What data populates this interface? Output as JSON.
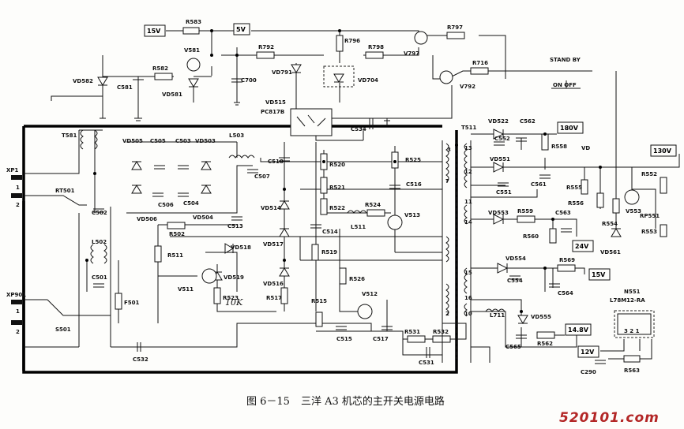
{
  "figure": {
    "number": "图 6－15",
    "title": "三洋 A3 机芯的主开关电源电路",
    "watermark": "520101.com"
  },
  "voltage_boxes": {
    "v15_top": "15V",
    "v5": "5V",
    "v180": "180V",
    "v130": "130V",
    "v24": "24V",
    "v15_out": "15V",
    "v14_8": "14.8V",
    "v12": "12V"
  },
  "texts": {
    "standby": "STAND BY",
    "on_off": "ON OFF",
    "vd": "VD",
    "ic_name": "N551",
    "ic_part": "L78M12-RA",
    "ic_pins": "3  2  1",
    "handwritten": "10K"
  },
  "connectors": {
    "xp1": "XP1",
    "xp1_pin1": "1",
    "xp1_pin2": "2",
    "xp901": "XP901",
    "xp901_pin1": "1",
    "xp901_pin2": "2"
  },
  "transformer_pins": [
    "3",
    "13",
    "12",
    "7",
    "11",
    "14",
    "15",
    "16",
    "2",
    "10"
  ],
  "labels": {
    "R583": "R583",
    "R582": "R582",
    "V581": "V581",
    "VD582": "VD582",
    "C581": "C581",
    "VD581": "VD581",
    "R792": "R792",
    "C700": "C700",
    "VD791": "VD791",
    "R796": "R796",
    "R798": "R798",
    "VD704": "VD704",
    "V797": "V797",
    "R797": "R797",
    "R716": "R716",
    "V792": "V792",
    "VD515": "VD515",
    "PC817B": "PC817B",
    "C534": "C534",
    "T511": "T511",
    "T581": "T581",
    "VD505": "VD505",
    "C505": "C505",
    "C503": "C503",
    "VD503": "VD503",
    "L503": "L503",
    "C518": "C518",
    "C507": "C507",
    "VD506": "VD506",
    "C506": "C506",
    "C504": "C504",
    "VD504": "VD504",
    "R502": "R502",
    "C513": "C513",
    "RT501": "RT501",
    "C502": "C502",
    "L502": "L502",
    "C501": "C501",
    "F501": "F501",
    "S501": "S501",
    "C532": "C532",
    "R511": "R511",
    "V511": "V511",
    "VD518": "VD518",
    "VD519": "VD519",
    "R523": "R523",
    "R520": "R520",
    "R521": "R521",
    "R522": "R522",
    "VD514": "VD514",
    "VD517": "VD517",
    "VD516": "VD516",
    "R517": "R517",
    "C514": "C514",
    "R519": "R519",
    "L511": "L511",
    "R524": "R524",
    "R525": "R525",
    "C516": "C516",
    "V513": "V513",
    "R526": "R526",
    "V512": "V512",
    "R515": "R515",
    "C515": "C515",
    "C517": "C517",
    "R531": "R531",
    "R532": "R532",
    "C531": "C531",
    "VD522": "VD522",
    "C552": "C552",
    "C562": "C562",
    "R558": "R558",
    "VD551": "VD551",
    "C551": "C551",
    "C561": "C561",
    "R555": "R555",
    "R556": "R556",
    "R552": "R552",
    "V553": "V553",
    "RP551": "RP551",
    "R553": "R553",
    "R554": "R554",
    "VD561": "VD561",
    "VD553": "VD553",
    "R559": "R559",
    "C563": "C563",
    "R560": "R560",
    "VD554": "VD554",
    "C554": "C554",
    "R569": "R569",
    "C564": "C564",
    "L711": "L711",
    "VD555": "VD555",
    "C565": "C565",
    "R562": "R562",
    "C290": "C290",
    "R563": "R563"
  }
}
